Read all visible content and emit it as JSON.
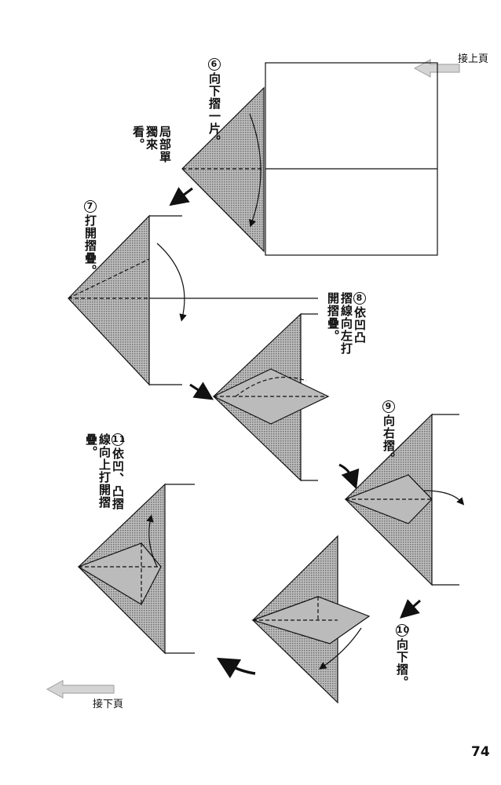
{
  "navigation": {
    "continue_from_prev": "接上頁",
    "continue_to_next": "接下頁"
  },
  "page_number": "74",
  "steps": [
    {
      "number": "6",
      "text": "向下摺一片。"
    },
    {
      "number": "7",
      "text": "打開摺疊。"
    },
    {
      "number": "8",
      "text": "依凹凸摺線向左打開摺疊。"
    },
    {
      "number": "9",
      "text": "向右摺。"
    },
    {
      "number": "10",
      "text": "向下摺。"
    },
    {
      "number": "11",
      "text": "依凹、凸摺線向上打開摺疊。"
    }
  ],
  "notes": {
    "detail_view": "局部單獨來看。"
  },
  "colors": {
    "paper_fill": "#9a9a9a",
    "line": "#111111",
    "nav_arrow": "#cccccc"
  }
}
